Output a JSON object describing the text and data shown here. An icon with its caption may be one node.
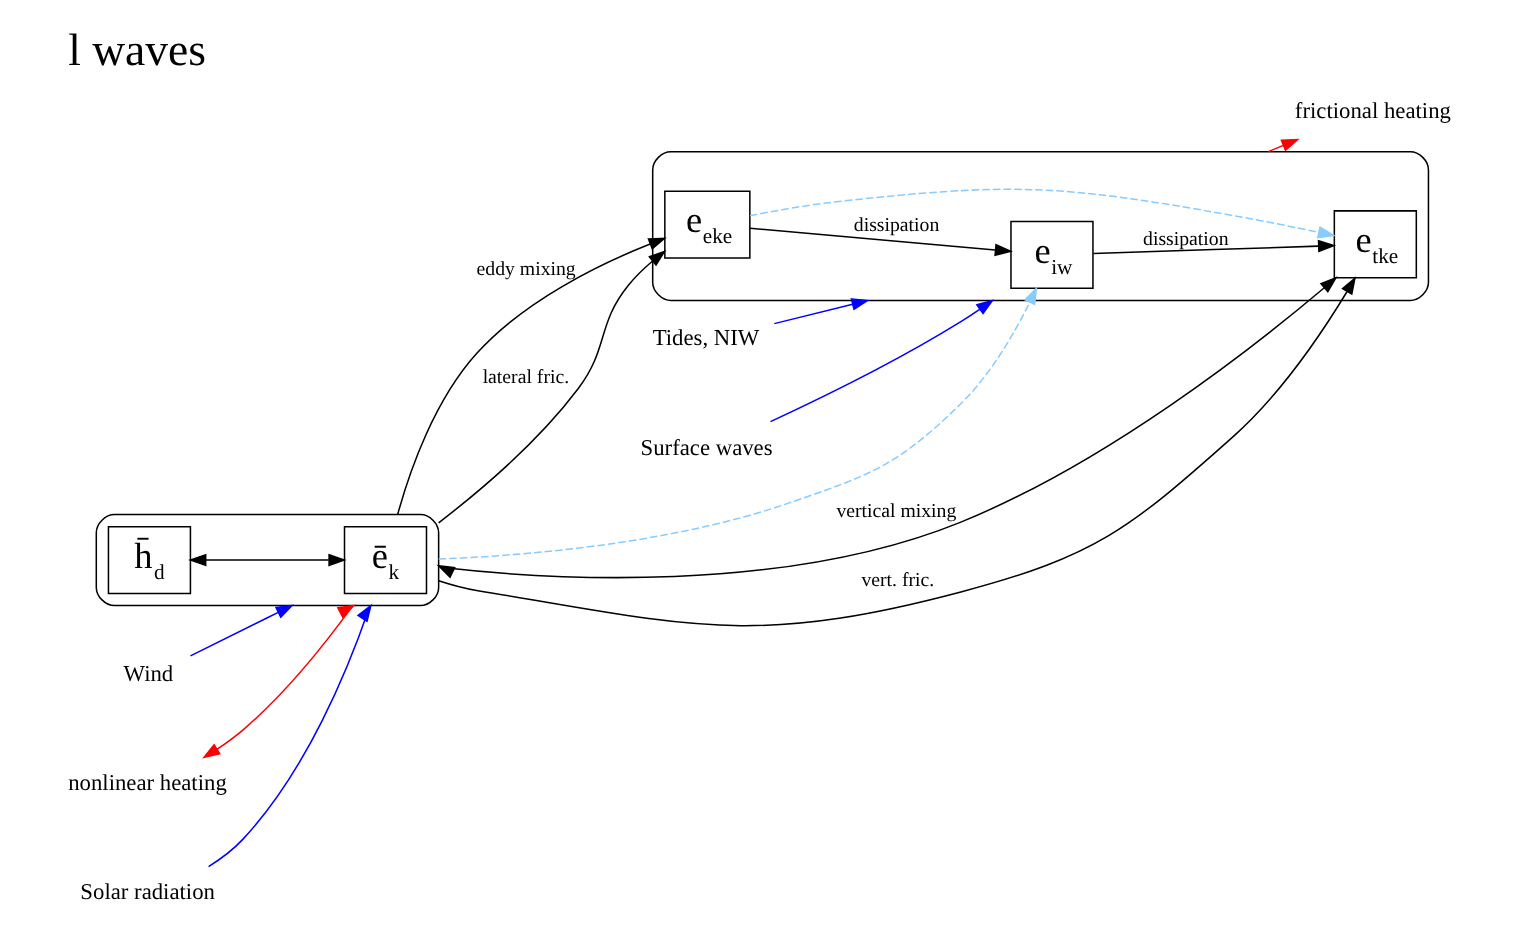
{
  "diagram": {
    "title": "l waves",
    "nodes": [
      {
        "text": [],
        "shape": "box"
      },
      {
        "text": [
          "h̄$_{d}$"
        ],
        "in": 0
      },
      {
        "text": [
          "ē$_{k}$"
        ],
        "in": 0
      },
      {
        "text": [],
        "shape": "box"
      },
      {
        "text": [
          "e$_{eke}$"
        ],
        "in": 3
      },
      {
        "text": [
          "e$_{iw}$"
        ],
        "in": 3
      },
      {
        "text": [
          "e$_{tke}$"
        ],
        "in": 3
      },
      {
        "text": [
          "Solar radiation"
        ]
      },
      {
        "text": [
          "Wind"
        ]
      },
      {
        "text": [
          "Tides, NIW"
        ]
      },
      {
        "text": [
          "Surface waves"
        ]
      },
      {
        "text": [
          "nonlinear heating"
        ]
      },
      {
        "text": [
          "frictional heating"
        ]
      }
    ],
    "edges": [
      {
        "from": 1,
        "to": 2,
        "arrow": "both"
      },
      {
        "from": 0,
        "to": 4,
        "arrow": "to",
        "label": "eddy mixing"
      },
      {
        "from": 0,
        "to": 4,
        "arrow": "to",
        "label": "lateral fric."
      },
      {
        "from": 0,
        "to": 6,
        "arrow": "both",
        "label": "vertical mixing"
      },
      {
        "from": 0,
        "to": 6,
        "arrow": "to",
        "label": "vert. fric."
      },
      {
        "from": 0,
        "to": 5,
        "arrow": "to",
        "style": "dashed",
        "color": "#88ccff"
      },
      {
        "from": 4,
        "to": 6,
        "arrow": "to",
        "style": "dashed",
        "color": "#88ccff"
      },
      {
        "from": 4,
        "to": 5,
        "arrow": "to",
        "label": "dissipation"
      },
      {
        "from": 5,
        "to": 6,
        "arrow": "to",
        "label": "dissipation"
      },
      {
        "from": 7,
        "to": 0,
        "arrow": "to",
        "color": "#0000ff"
      },
      {
        "from": 8,
        "to": 0,
        "arrow": "to",
        "color": "#0000ff"
      },
      {
        "from": 9,
        "to": 3,
        "arrow": "to",
        "color": "#0000ff"
      },
      {
        "from": 10,
        "to": 3,
        "arrow": "to",
        "color": "#0000ff"
      },
      {
        "from": 11,
        "to": 0,
        "arrow": "both",
        "color": "#ff0000"
      },
      {
        "from": 3,
        "to": 12,
        "arrow": "to",
        "color": "#ff0000"
      }
    ]
  }
}
